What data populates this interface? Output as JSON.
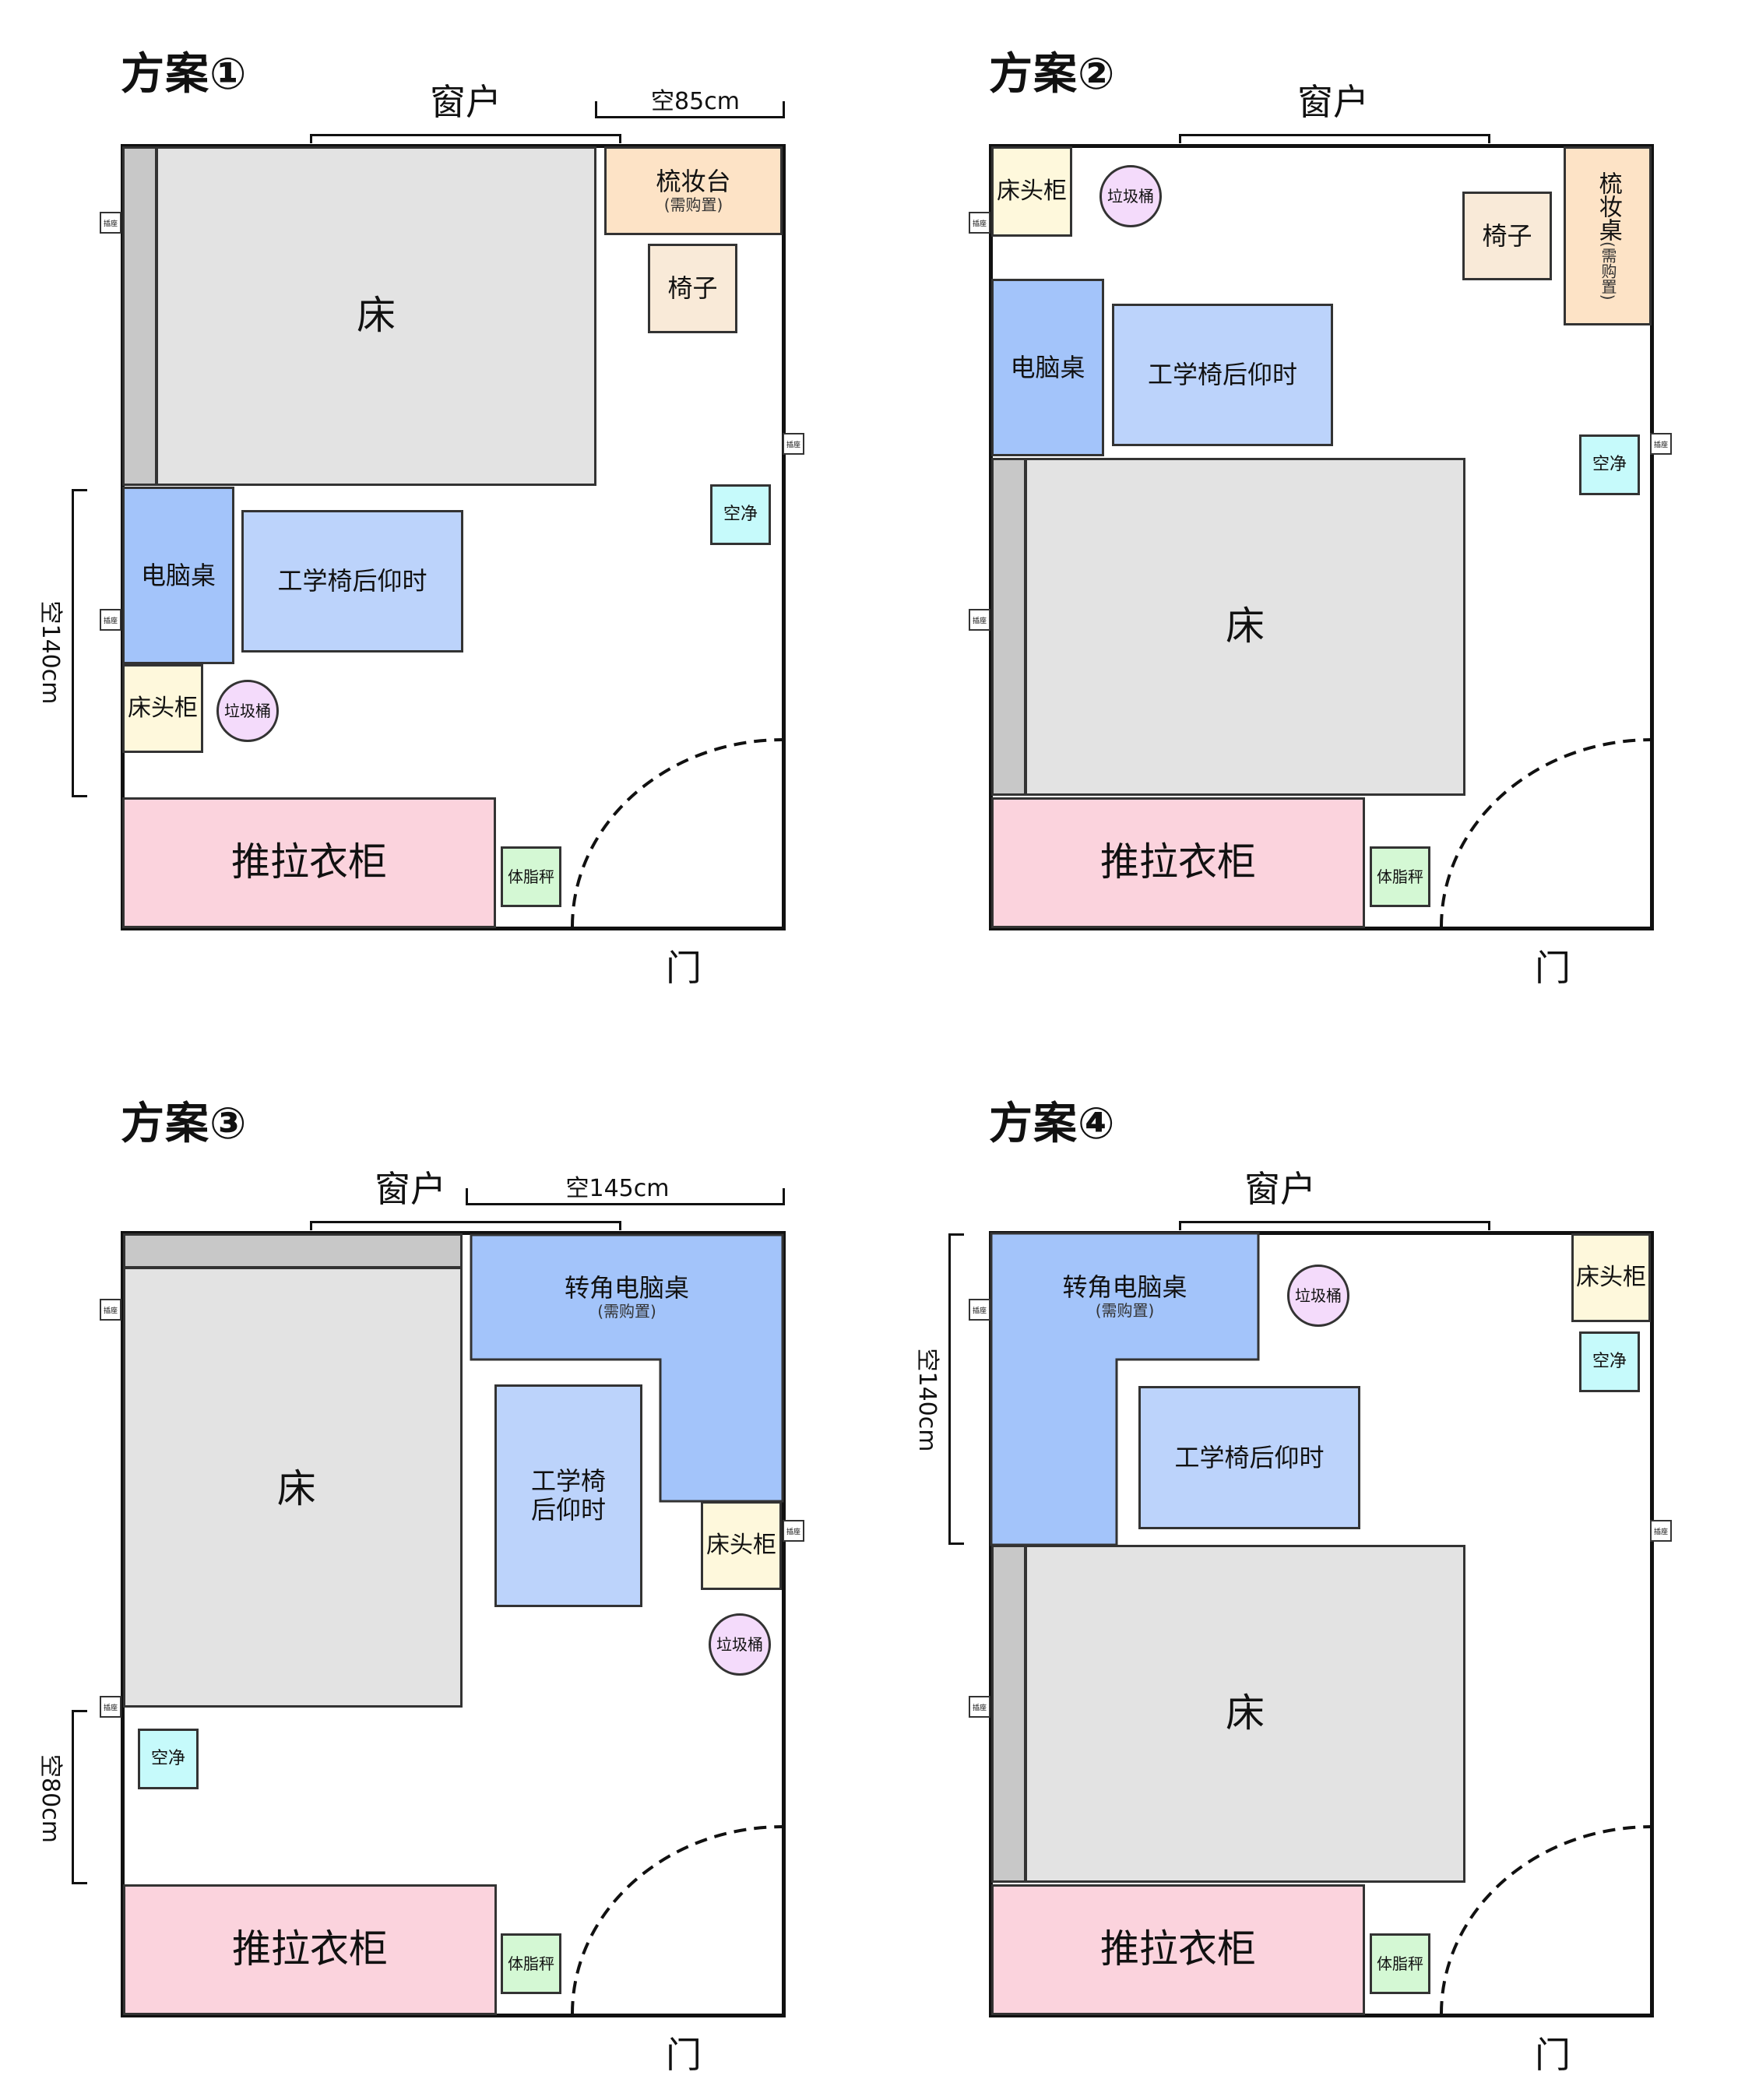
{
  "plans": [
    {
      "title": "方案①",
      "window": "窗户",
      "door": "门",
      "bed": "床",
      "wardrobe": "推拉衣柜",
      "scale": "体脂秤",
      "dim_top": "空85cm",
      "dim_left": "空140cm",
      "dresser": "梳妆台",
      "dresser_note": "(需购置)",
      "stool": "椅子",
      "desk": "电脑桌",
      "chair": "工学椅后仰时",
      "nightstand": "床头柜",
      "trash": "垃圾桶",
      "air": "空净",
      "outlet": "插座"
    },
    {
      "title": "方案②",
      "window": "窗户",
      "door": "门",
      "bed": "床",
      "wardrobe": "推拉衣柜",
      "scale": "体脂秤",
      "nightstand": "床头柜",
      "trash": "垃圾桶",
      "stool": "椅子",
      "dresser": "梳妆桌",
      "dresser_note": "(需购置)",
      "desk": "电脑桌",
      "chair": "工学椅后仰时",
      "air": "空净",
      "outlet": "插座"
    },
    {
      "title": "方案③",
      "window": "窗户",
      "door": "门",
      "bed": "床",
      "wardrobe": "推拉衣柜",
      "scale": "体脂秤",
      "dim_top": "空145cm",
      "dim_left": "空80cm",
      "desk": "转角电脑桌",
      "desk_note": "(需购置)",
      "chair_line1": "工学椅",
      "chair_line2": "后仰时",
      "nightstand": "床头柜",
      "trash": "垃圾桶",
      "air": "空净",
      "outlet": "插座"
    },
    {
      "title": "方案④",
      "window": "窗户",
      "door": "门",
      "bed": "床",
      "wardrobe": "推拉衣柜",
      "scale": "体脂秤",
      "dim_left": "空140cm",
      "desk": "转角电脑桌",
      "desk_note": "(需购置)",
      "chair": "工学椅后仰时",
      "nightstand": "床头柜",
      "trash": "垃圾桶",
      "air": "空净",
      "outlet": "插座"
    }
  ]
}
